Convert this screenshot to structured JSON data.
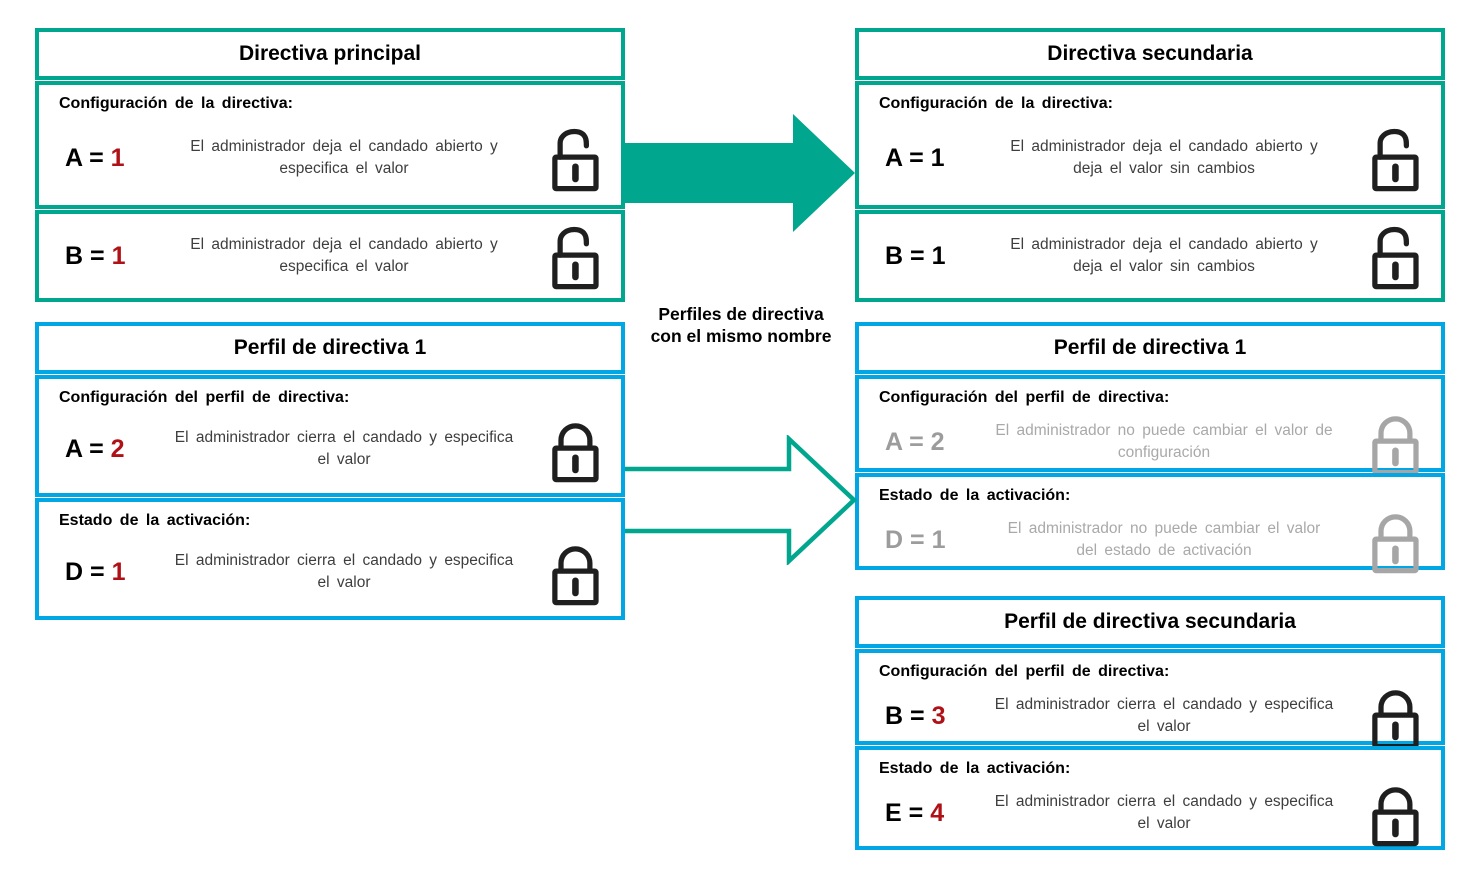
{
  "caption": "Perfiles de directiva\ncon el mismo nombre",
  "colors": {
    "teal_border": "#00a68d",
    "blue_border": "#00a7e4",
    "value_red": "#b01116",
    "disabled_gray": "#9c9c9c"
  },
  "boxes": {
    "principal": {
      "title": "Directiva principal",
      "section1": {
        "label": "Configuración de la directiva:",
        "key": "A =",
        "value": "1",
        "desc": "El administrador deja el candado abierto y\nespecifica el valor",
        "icon": "padlock-open-icon"
      },
      "section2": {
        "key": "B =",
        "value": "1",
        "desc": "El administrador deja el candado abierto y\nespecifica el valor",
        "icon": "padlock-open-icon"
      }
    },
    "secundaria": {
      "title": "Directiva secundaria",
      "section1": {
        "label": "Configuración de la directiva:",
        "key": "A =",
        "value": "1",
        "desc": "El administrador deja el candado abierto y\ndeja el valor sin cambios",
        "icon": "padlock-open-icon"
      },
      "section2": {
        "key": "B =",
        "value": "1",
        "desc": "El administrador deja el candado abierto y\ndeja el valor sin cambios",
        "icon": "padlock-open-icon"
      }
    },
    "perfil1_origen": {
      "title": "Perfil de directiva 1",
      "section1": {
        "label": "Configuración del perfil de directiva:",
        "key": "A =",
        "value": "2",
        "desc": "El administrador cierra el candado y especifica\nel valor",
        "icon": "padlock-closed-icon"
      },
      "section2": {
        "label": "Estado de la activación:",
        "key": "D =",
        "value": "1",
        "desc": "El administrador cierra el candado y especifica\nel valor",
        "icon": "padlock-closed-icon"
      }
    },
    "perfil1_heredado": {
      "title": "Perfil de directiva 1",
      "section1": {
        "label": "Configuración del perfil de directiva:",
        "key": "A =",
        "value": "2",
        "desc": "El administrador no puede cambiar el valor de\nconfiguración",
        "icon": "padlock-closed-gray-icon"
      },
      "section2": {
        "label": "Estado de la activación:",
        "key": "D =",
        "value": "1",
        "desc": "El administrador no puede cambiar el valor\ndel estado de activación",
        "icon": "padlock-closed-gray-icon"
      }
    },
    "perfil_secundaria": {
      "title": "Perfil de directiva secundaria",
      "section1": {
        "label": "Configuración del perfil de directiva:",
        "key": "B =",
        "value": "3",
        "desc": "El administrador cierra el candado y especifica\nel valor",
        "icon": "padlock-closed-icon"
      },
      "section2": {
        "label": "Estado de la activación:",
        "key": "E =",
        "value": "4",
        "desc": "El administrador cierra el candado y especifica\nel valor",
        "icon": "padlock-closed-icon"
      }
    }
  }
}
